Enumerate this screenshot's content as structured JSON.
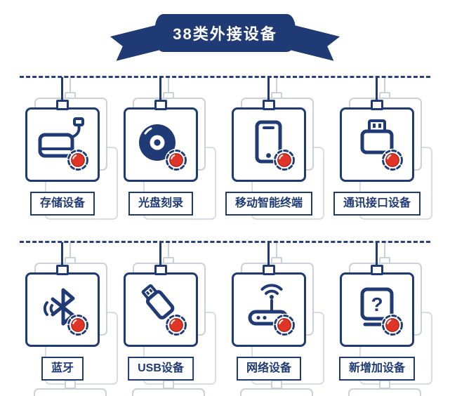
{
  "banner": {
    "title": "38类外接设备"
  },
  "colors": {
    "navy": "#1f3a74",
    "badge_red": "#e03427",
    "ghost_gray": "#ccd1d9"
  },
  "icons": {
    "unknown_glyph": "?"
  },
  "rows": [
    {
      "cards": [
        {
          "label": "存储设备",
          "icon": "storage-device"
        },
        {
          "label": "光盘刻录",
          "icon": "optical-disc"
        },
        {
          "label": "移动智能终端",
          "icon": "smartphone"
        },
        {
          "label": "通讯接口设备",
          "icon": "usb-plug"
        }
      ]
    },
    {
      "cards": [
        {
          "label": "蓝牙",
          "icon": "bluetooth"
        },
        {
          "label": "USB设备",
          "icon": "usb-flash-drive"
        },
        {
          "label": "网络设备",
          "icon": "wifi-router"
        },
        {
          "label": "新增加设备",
          "icon": "unknown-device"
        }
      ]
    }
  ]
}
